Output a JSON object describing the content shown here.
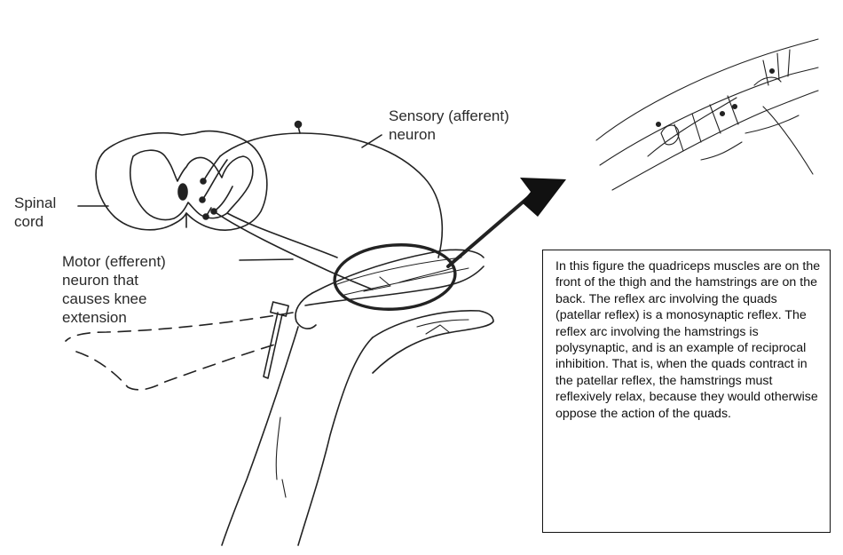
{
  "labels": {
    "sensory": "Sensory (afferent)\nneuron",
    "spinal_cord": "Spinal\ncord",
    "motor": "Motor (efferent)\nneuron that\ncauses knee\nextension"
  },
  "caption": {
    "text": "In this figure the quadriceps muscles are on the front of the thigh and the hamstrings are on the back.  The reflex arc involving the quads (patellar reflex) is a monosynaptic reflex.  The reflex arc involving the hamstrings is polysynaptic, and is an example of reciprocal inhibition.  That is, when the quads contract in the patellar reflex, the hamstrings must reflexively relax, because they would otherwise oppose the action of the quads."
  },
  "colors": {
    "ink": "#222222",
    "background": "#ffffff"
  }
}
